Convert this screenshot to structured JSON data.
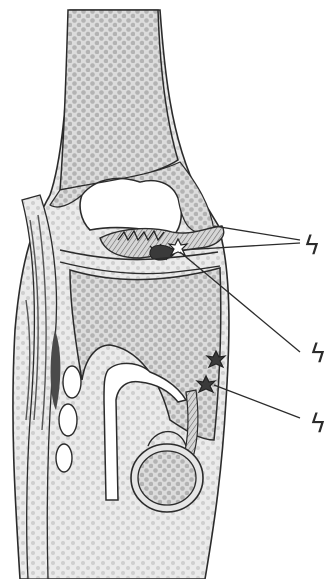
{
  "figure": {
    "markers": [
      {
        "symbol": "ϟ"
      },
      {
        "symbol": "ϟ"
      },
      {
        "symbol": "ϟ"
      }
    ],
    "colors": {
      "ink": "#2b2b2b",
      "shade": "#c9c9c9",
      "shade_light": "#dedede",
      "dark": "#4a4a4a",
      "paper": "#ffffff"
    }
  }
}
